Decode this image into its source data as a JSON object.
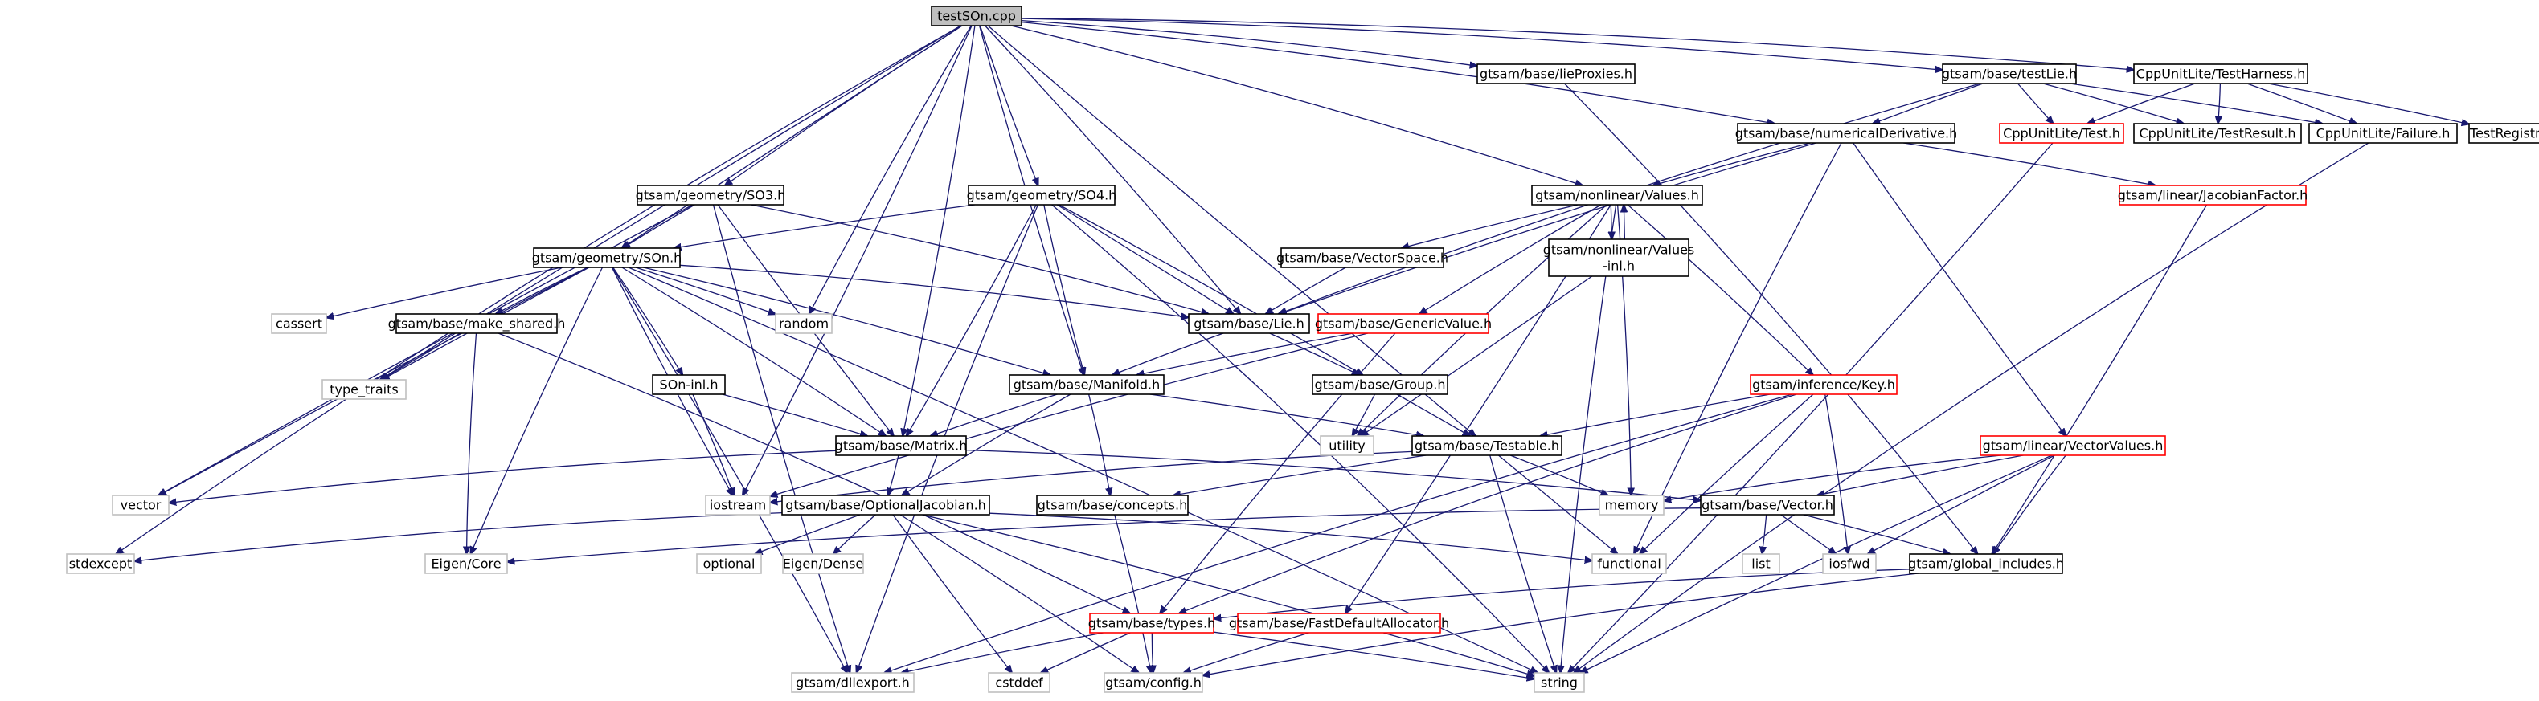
{
  "colors": {
    "edge": "#191970",
    "border_normal": "#000000",
    "border_missing": "#bfbfbf",
    "border_truncated": "#ff0000",
    "fill_root": "#bfbfbf",
    "fill_default": "#ffffff",
    "text": "#000000"
  },
  "nodes": [
    {
      "id": "root",
      "label": "testSOn.cpp",
      "style": "root"
    },
    {
      "id": "stdexcept",
      "label": "stdexcept",
      "style": "missing"
    },
    {
      "id": "type_traits",
      "label": "type_traits",
      "style": "missing"
    },
    {
      "id": "so3",
      "label": "gtsam/geometry/SO3.h",
      "style": "normal"
    },
    {
      "id": "son",
      "label": "gtsam/geometry/SOn.h",
      "style": "normal"
    },
    {
      "id": "random",
      "label": "random",
      "style": "missing"
    },
    {
      "id": "matrix",
      "label": "gtsam/base/Matrix.h",
      "style": "normal"
    },
    {
      "id": "so4",
      "label": "gtsam/geometry/SO4.h",
      "style": "normal"
    },
    {
      "id": "iostream",
      "label": "iostream",
      "style": "missing"
    },
    {
      "id": "manifold",
      "label": "gtsam/base/Manifold.h",
      "style": "normal"
    },
    {
      "id": "lie",
      "label": "gtsam/base/Lie.h",
      "style": "normal"
    },
    {
      "id": "lieproxies",
      "label": "gtsam/base/lieProxies.h",
      "style": "normal"
    },
    {
      "id": "values",
      "label": "gtsam/nonlinear/Values.h",
      "style": "normal"
    },
    {
      "id": "testable",
      "label": "gtsam/base/Testable.h",
      "style": "normal"
    },
    {
      "id": "numderiv",
      "label": "gtsam/base/numericalDerivative.h",
      "style": "normal"
    },
    {
      "id": "testlie",
      "label": "gtsam/base/testLie.h",
      "style": "normal"
    },
    {
      "id": "testharness",
      "label": "CppUnitLite/TestHarness.h",
      "style": "normal"
    },
    {
      "id": "cppunittest",
      "label": "CppUnitLite/Test.h",
      "style": "truncated"
    },
    {
      "id": "testresult",
      "label": "CppUnitLite/TestResult.h",
      "style": "normal"
    },
    {
      "id": "failure",
      "label": "CppUnitLite/Failure.h",
      "style": "normal"
    },
    {
      "id": "testregistry",
      "label": "TestRegistry.h",
      "style": "normal"
    },
    {
      "id": "jacfactor",
      "label": "gtsam/linear/JacobianFactor.h",
      "style": "truncated"
    },
    {
      "id": "vector",
      "label": "vector",
      "style": "missing"
    },
    {
      "id": "cassert",
      "label": "cassert",
      "style": "missing"
    },
    {
      "id": "make_shared",
      "label": "gtsam/base/make_shared.h",
      "style": "normal"
    },
    {
      "id": "soninl",
      "label": "SOn-inl.h",
      "style": "normal"
    },
    {
      "id": "eigencore",
      "label": "Eigen/Core",
      "style": "missing"
    },
    {
      "id": "dllexport",
      "label": "gtsam/dllexport.h",
      "style": "missing"
    },
    {
      "id": "vectorspace",
      "label": "gtsam/base/VectorSpace.h",
      "style": "normal"
    },
    {
      "id": "valuesinl",
      "label": "gtsam/nonlinear/Values\n-inl.h",
      "style": "normal"
    },
    {
      "id": "genericvalue",
      "label": "gtsam/base/GenericValue.h",
      "style": "truncated"
    },
    {
      "id": "group",
      "label": "gtsam/base/Group.h",
      "style": "normal"
    },
    {
      "id": "utility",
      "label": "utility",
      "style": "missing"
    },
    {
      "id": "key",
      "label": "gtsam/inference/Key.h",
      "style": "truncated"
    },
    {
      "id": "vectorvalues",
      "label": "gtsam/linear/VectorValues.h",
      "style": "truncated"
    },
    {
      "id": "optjac",
      "label": "gtsam/base/OptionalJacobian.h",
      "style": "normal"
    },
    {
      "id": "concepts",
      "label": "gtsam/base/concepts.h",
      "style": "normal"
    },
    {
      "id": "memory",
      "label": "memory",
      "style": "missing"
    },
    {
      "id": "vectorh",
      "label": "gtsam/base/Vector.h",
      "style": "normal"
    },
    {
      "id": "optional",
      "label": "optional",
      "style": "missing"
    },
    {
      "id": "eigendense",
      "label": "Eigen/Dense",
      "style": "missing"
    },
    {
      "id": "functional",
      "label": "functional",
      "style": "missing"
    },
    {
      "id": "list",
      "label": "list",
      "style": "missing"
    },
    {
      "id": "iosfwd",
      "label": "iosfwd",
      "style": "missing"
    },
    {
      "id": "globalinc",
      "label": "gtsam/global_includes.h",
      "style": "normal"
    },
    {
      "id": "types",
      "label": "gtsam/base/types.h",
      "style": "truncated"
    },
    {
      "id": "fastalloc",
      "label": "gtsam/base/FastDefaultAllocator.h",
      "style": "truncated"
    },
    {
      "id": "cstddef",
      "label": "cstddef",
      "style": "missing"
    },
    {
      "id": "config",
      "label": "gtsam/config.h",
      "style": "missing"
    },
    {
      "id": "string",
      "label": "string",
      "style": "missing"
    }
  ],
  "edges": [
    [
      "root",
      "stdexcept"
    ],
    [
      "root",
      "type_traits"
    ],
    [
      "root",
      "so3"
    ],
    [
      "root",
      "son"
    ],
    [
      "root",
      "random"
    ],
    [
      "root",
      "matrix"
    ],
    [
      "root",
      "so4"
    ],
    [
      "root",
      "iostream"
    ],
    [
      "root",
      "manifold"
    ],
    [
      "root",
      "lie"
    ],
    [
      "root",
      "lieproxies"
    ],
    [
      "root",
      "values"
    ],
    [
      "root",
      "testable"
    ],
    [
      "root",
      "numderiv"
    ],
    [
      "root",
      "testlie"
    ],
    [
      "root",
      "testharness"
    ],
    [
      "testharness",
      "cppunittest"
    ],
    [
      "testharness",
      "testresult"
    ],
    [
      "testharness",
      "failure"
    ],
    [
      "testharness",
      "testregistry"
    ],
    [
      "testlie",
      "cppunittest"
    ],
    [
      "testlie",
      "testresult"
    ],
    [
      "testlie",
      "failure"
    ],
    [
      "testlie",
      "numderiv"
    ],
    [
      "testlie",
      "lie"
    ],
    [
      "cppunittest",
      "string"
    ],
    [
      "failure",
      "string"
    ],
    [
      "lieproxies",
      "globalinc"
    ],
    [
      "numderiv",
      "values"
    ],
    [
      "numderiv",
      "jacfactor"
    ],
    [
      "numderiv",
      "vectorvalues"
    ],
    [
      "numderiv",
      "lie"
    ],
    [
      "numderiv",
      "functional"
    ],
    [
      "jacfactor",
      "globalinc"
    ],
    [
      "so3",
      "son"
    ],
    [
      "so3",
      "lie"
    ],
    [
      "so3",
      "matrix"
    ],
    [
      "so3",
      "vector"
    ],
    [
      "so3",
      "dllexport"
    ],
    [
      "so4",
      "son"
    ],
    [
      "so4",
      "lie"
    ],
    [
      "so4",
      "matrix"
    ],
    [
      "so4",
      "manifold"
    ],
    [
      "so4",
      "group"
    ],
    [
      "so4",
      "dllexport"
    ],
    [
      "so4",
      "string"
    ],
    [
      "son",
      "cassert"
    ],
    [
      "son",
      "type_traits"
    ],
    [
      "son",
      "make_shared"
    ],
    [
      "son",
      "random"
    ],
    [
      "son",
      "lie"
    ],
    [
      "son",
      "soninl"
    ],
    [
      "son",
      "manifold"
    ],
    [
      "son",
      "matrix"
    ],
    [
      "son",
      "iostream"
    ],
    [
      "son",
      "vector"
    ],
    [
      "son",
      "eigencore"
    ],
    [
      "son",
      "dllexport"
    ],
    [
      "son",
      "string"
    ],
    [
      "make_shared",
      "type_traits"
    ],
    [
      "make_shared",
      "eigencore"
    ],
    [
      "make_shared",
      "types"
    ],
    [
      "soninl",
      "matrix"
    ],
    [
      "soninl",
      "iostream"
    ],
    [
      "values",
      "vectorspace"
    ],
    [
      "values",
      "valuesinl"
    ],
    [
      "values",
      "genericvalue"
    ],
    [
      "values",
      "key"
    ],
    [
      "values",
      "utility"
    ],
    [
      "values",
      "memory"
    ],
    [
      "values",
      "string"
    ],
    [
      "values",
      "fastalloc"
    ],
    [
      "valuesinl",
      "values"
    ],
    [
      "valuesinl",
      "utility"
    ],
    [
      "vectorspace",
      "lie"
    ],
    [
      "genericvalue",
      "manifold"
    ],
    [
      "genericvalue",
      "types"
    ],
    [
      "genericvalue",
      "iostream"
    ],
    [
      "lie",
      "manifold"
    ],
    [
      "lie",
      "group"
    ],
    [
      "group",
      "testable"
    ],
    [
      "group",
      "utility"
    ],
    [
      "manifold",
      "matrix"
    ],
    [
      "manifold",
      "testable"
    ],
    [
      "manifold",
      "optjac"
    ],
    [
      "manifold",
      "concepts"
    ],
    [
      "matrix",
      "vector"
    ],
    [
      "matrix",
      "optjac"
    ],
    [
      "matrix",
      "vectorh"
    ],
    [
      "key",
      "testable"
    ],
    [
      "key",
      "functional"
    ],
    [
      "key",
      "iosfwd"
    ],
    [
      "key",
      "types"
    ],
    [
      "key",
      "dllexport"
    ],
    [
      "testable",
      "iostream"
    ],
    [
      "testable",
      "memory"
    ],
    [
      "testable",
      "functional"
    ],
    [
      "testable",
      "concepts"
    ],
    [
      "testable",
      "string"
    ],
    [
      "vectorvalues",
      "vectorh"
    ],
    [
      "vectorvalues",
      "globalinc"
    ],
    [
      "vectorvalues",
      "memory"
    ],
    [
      "vectorvalues",
      "iosfwd"
    ],
    [
      "vectorvalues",
      "string"
    ],
    [
      "optjac",
      "stdexcept"
    ],
    [
      "optjac",
      "optional"
    ],
    [
      "optjac",
      "eigendense"
    ],
    [
      "optjac",
      "functional"
    ],
    [
      "optjac",
      "string"
    ],
    [
      "optjac",
      "config"
    ],
    [
      "optjac",
      "cstddef"
    ],
    [
      "concepts",
      "config"
    ],
    [
      "vectorh",
      "eigencore"
    ],
    [
      "vectorh",
      "list"
    ],
    [
      "vectorh",
      "iosfwd"
    ],
    [
      "vectorh",
      "globalinc"
    ],
    [
      "globalinc",
      "types"
    ],
    [
      "globalinc",
      "config"
    ],
    [
      "types",
      "dllexport"
    ],
    [
      "types",
      "cstddef"
    ],
    [
      "types",
      "config"
    ],
    [
      "types",
      "string"
    ],
    [
      "fastalloc",
      "config"
    ]
  ]
}
